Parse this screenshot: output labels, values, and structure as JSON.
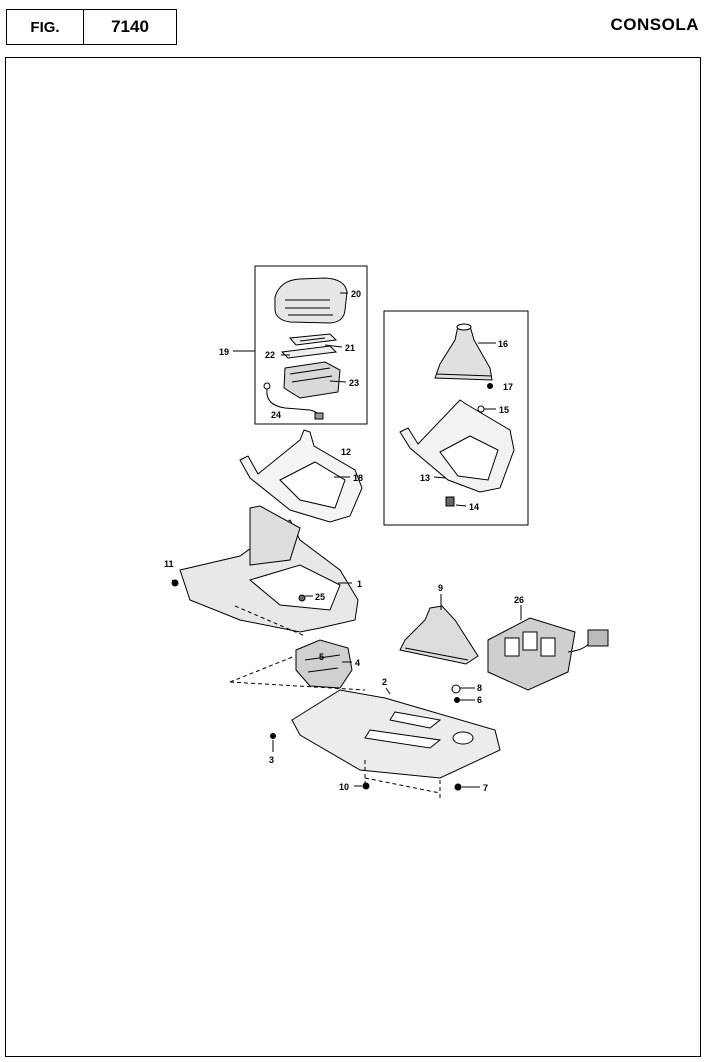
{
  "header": {
    "fig_label": "FIG.",
    "fig_number": "7140",
    "title": "CONSOLA"
  },
  "callouts": {
    "c1": "1",
    "c2": "2",
    "c3": "3",
    "c4": "4",
    "c5": "5",
    "c6": "6",
    "c7": "7",
    "c8": "8",
    "c9": "9",
    "c10": "10",
    "c11": "11",
    "c12": "12",
    "c13": "13",
    "c14": "14",
    "c15": "15",
    "c16": "16",
    "c17": "17",
    "c18": "18",
    "c19": "19",
    "c20": "20",
    "c21": "21",
    "c22": "22",
    "c23": "23",
    "c24": "24",
    "c25": "25",
    "c26": "26"
  }
}
